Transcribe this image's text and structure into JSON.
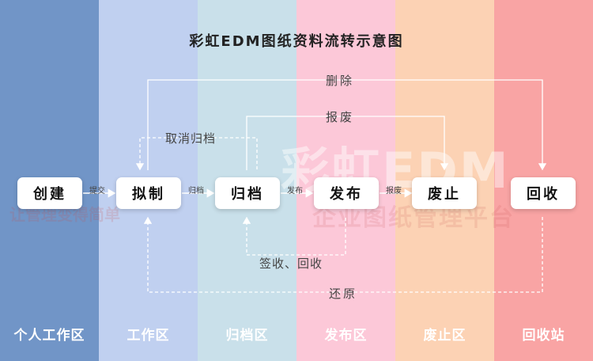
{
  "title": "彩虹EDM图纸资料流转示意图",
  "zones": [
    {
      "label": "个人工作区",
      "color": "#7195c7"
    },
    {
      "label": "工作区",
      "color": "#c0d0f0"
    },
    {
      "label": "归档区",
      "color": "#c9e0ea"
    },
    {
      "label": "发布区",
      "color": "#fcc8d8"
    },
    {
      "label": "废止区",
      "color": "#fcd2b4"
    },
    {
      "label": "回收站",
      "color": "#f9a4a4"
    }
  ],
  "nodes": [
    {
      "id": "create",
      "label": "创建"
    },
    {
      "id": "draft",
      "label": "拟制"
    },
    {
      "id": "archive",
      "label": "归档"
    },
    {
      "id": "publish",
      "label": "发布"
    },
    {
      "id": "abolish",
      "label": "废止"
    },
    {
      "id": "recycle",
      "label": "回收"
    }
  ],
  "edges": {
    "submit": "提交",
    "archive": "归档",
    "publish": "发布",
    "scrap": "报废"
  },
  "flows": {
    "delete": "删除",
    "scrap": "报废",
    "cancel_archive": "取消归档",
    "sign_recycle": "签收、回收",
    "restore": "还原"
  },
  "watermark": {
    "brand": "彩虹EDM",
    "slogan_left": "让管理变得简单",
    "slogan_right": "企业图纸管理平台"
  }
}
